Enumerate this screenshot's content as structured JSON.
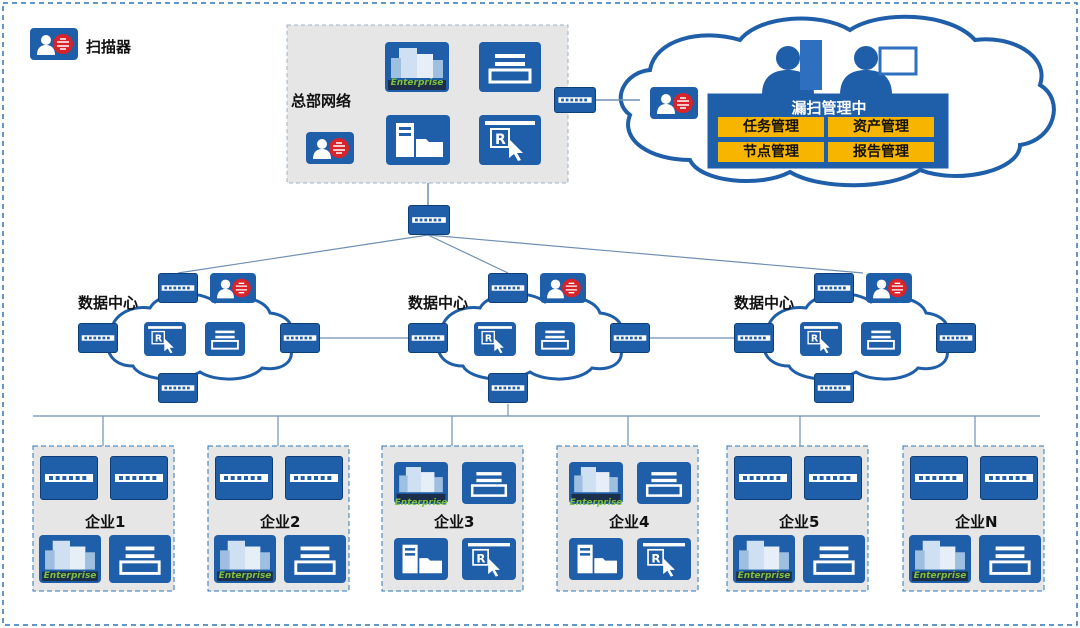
{
  "legend": {
    "label": "扫描器",
    "icon": "scanner-icon"
  },
  "hq": {
    "label": "总部网络",
    "enterprise_caption": "Enterprise"
  },
  "manager": {
    "title": "漏扫管理中",
    "buttons": [
      "任务管理",
      "资产管理",
      "节点管理",
      "报告管理"
    ]
  },
  "datacenters": [
    {
      "label": "数据中心"
    },
    {
      "label": "数据中心"
    },
    {
      "label": "数据中心"
    }
  ],
  "enterprises": [
    {
      "label": "企业1",
      "caption": "Enterprise"
    },
    {
      "label": "企业2",
      "caption": "Enterprise"
    },
    {
      "label": "企业3",
      "caption": "Enterprise"
    },
    {
      "label": "企业4",
      "caption": "Enterprise"
    },
    {
      "label": "企业5",
      "caption": "Enterprise"
    },
    {
      "label": "企业N",
      "caption": "Enterprise"
    }
  ],
  "colors": {
    "primary": "#1f5ea8",
    "accent": "#f7b500",
    "scanner_red": "#d8232a",
    "frame": "#2e75b6"
  }
}
